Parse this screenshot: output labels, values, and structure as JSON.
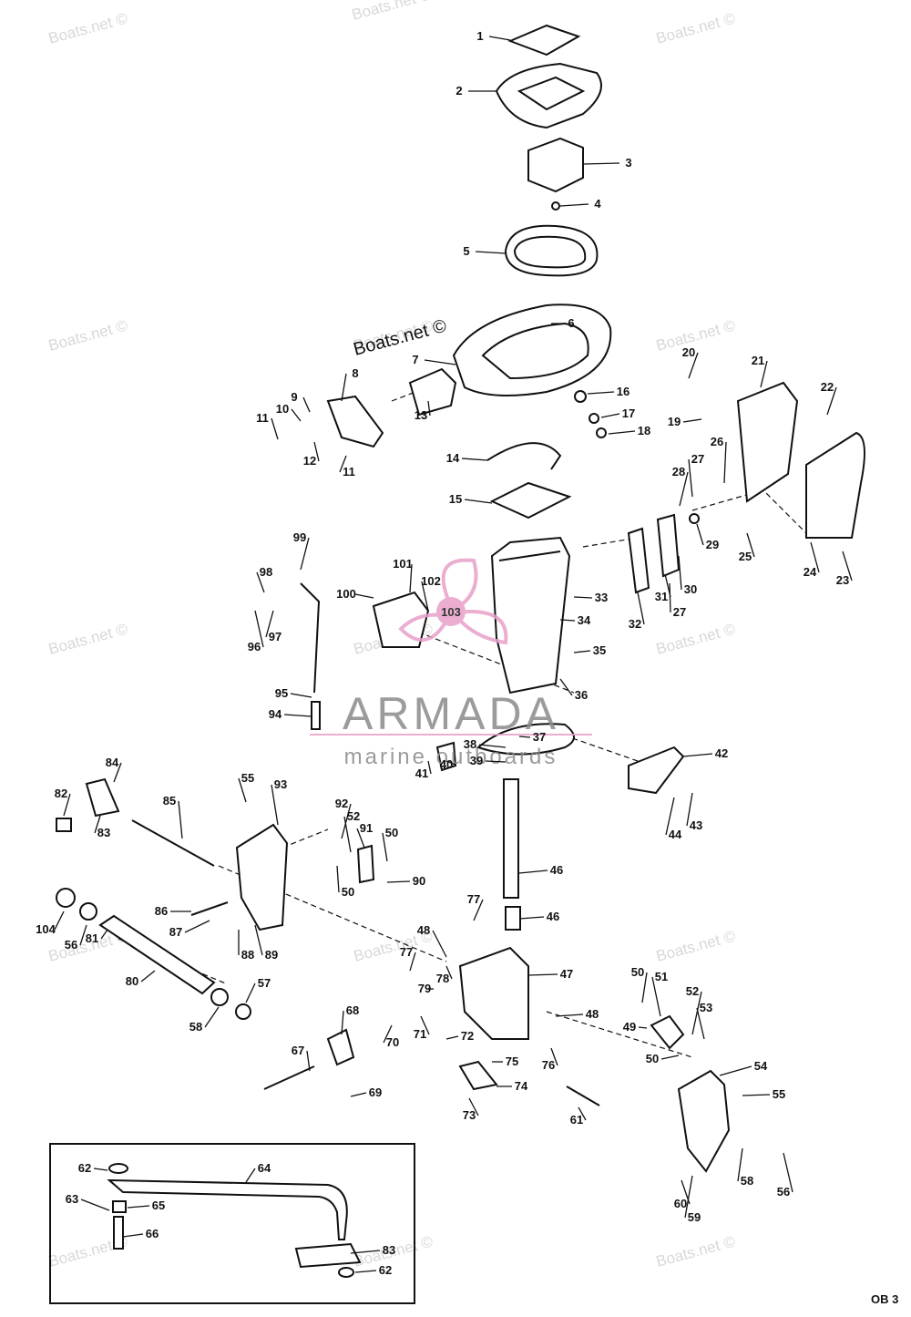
{
  "watermark": {
    "text": "Boats.net ©"
  },
  "brand": {
    "name": "ARMADA",
    "tagline": "marine outboards",
    "accent": "#e8a0c8",
    "text_color": "#8a8a8a"
  },
  "corner_code": "OB  3",
  "inset_box": {
    "visible": true
  },
  "highlight_label": "103",
  "part_labels": [
    "1",
    "2",
    "3",
    "4",
    "5",
    "6",
    "7",
    "8",
    "9",
    "10",
    "11",
    "11",
    "12",
    "13",
    "16",
    "17",
    "18",
    "14",
    "15",
    "19",
    "20",
    "21",
    "22",
    "26",
    "27",
    "28",
    "29",
    "25",
    "23",
    "24",
    "31",
    "30",
    "27",
    "32",
    "33",
    "34",
    "35",
    "36",
    "99",
    "98",
    "97",
    "96",
    "95",
    "94",
    "100",
    "101",
    "102",
    "103",
    "37",
    "38",
    "39",
    "40",
    "41",
    "42",
    "43",
    "44",
    "84",
    "82",
    "83",
    "85",
    "55",
    "93",
    "92",
    "52",
    "91",
    "50",
    "90",
    "50",
    "104",
    "56",
    "81",
    "86",
    "87",
    "88",
    "89",
    "80",
    "57",
    "58",
    "46",
    "46",
    "77",
    "48",
    "77",
    "78",
    "79",
    "47",
    "48",
    "71",
    "70",
    "72",
    "68",
    "67",
    "69",
    "75",
    "76",
    "74",
    "73",
    "61",
    "49",
    "50",
    "51",
    "52",
    "53",
    "50",
    "54",
    "55",
    "58",
    "56",
    "60",
    "59",
    "62",
    "64",
    "63",
    "65",
    "66",
    "83",
    "62"
  ]
}
